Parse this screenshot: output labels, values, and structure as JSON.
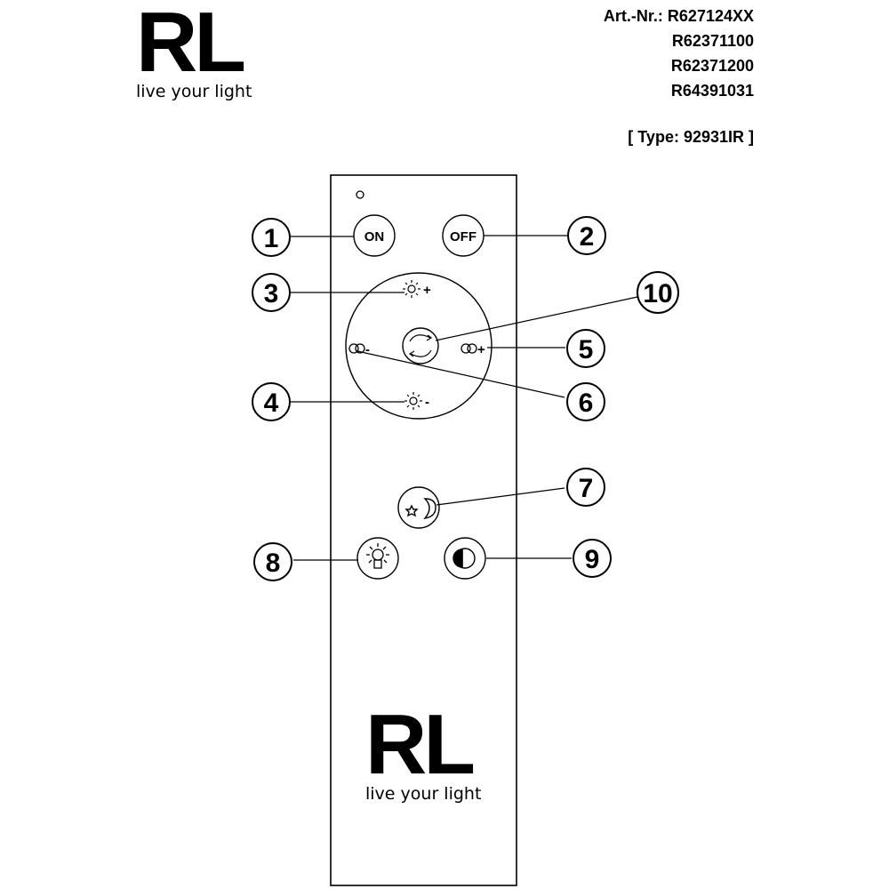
{
  "logo": {
    "mark": "RL",
    "tagline": "live your light"
  },
  "article": {
    "line1": "Art.-Nr.: R627124XX",
    "line2": "R62371100",
    "line3": "R62371200",
    "line4": "R64391031",
    "type": "[ Type: 92931IR ]"
  },
  "remote": {
    "on_label": "ON",
    "off_label": "OFF"
  },
  "callouts": {
    "n1": "1",
    "n2": "2",
    "n3": "3",
    "n4": "4",
    "n5": "5",
    "n6": "6",
    "n7": "7",
    "n8": "8",
    "n9": "9",
    "n10": "10"
  }
}
